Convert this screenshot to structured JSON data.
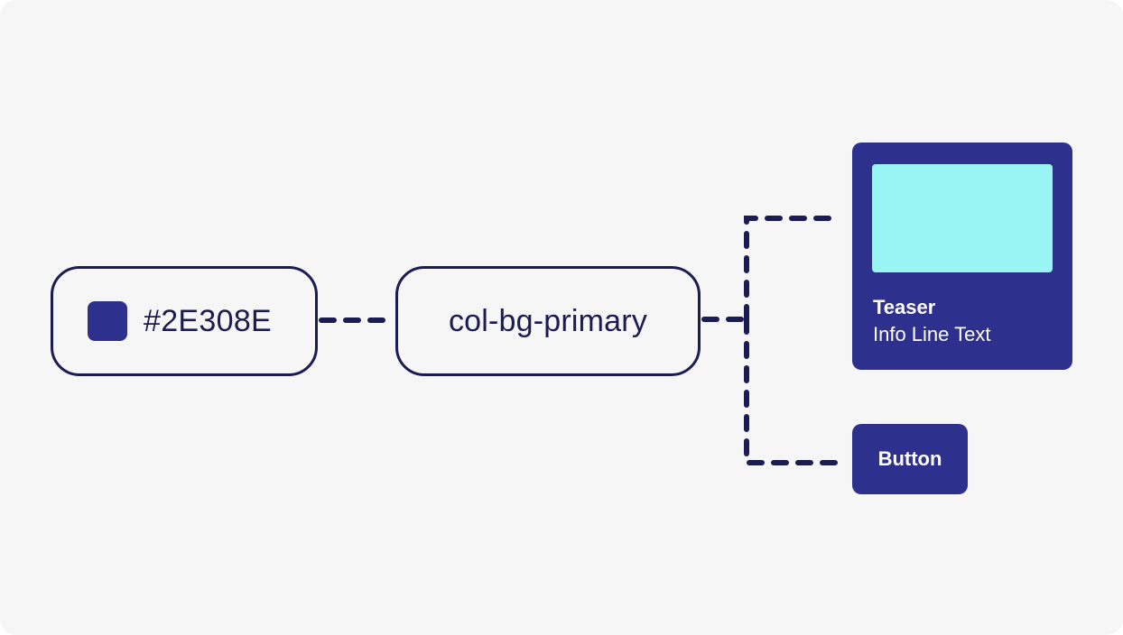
{
  "colors": {
    "primary": "#2E308E",
    "line": "#1B1C52",
    "image_placeholder": "#99F5F4",
    "background": "#F6F6F7",
    "on_primary": "#FFFFFF"
  },
  "color_value": {
    "hex_label": "#2E308E",
    "swatch_color": "#2E308E"
  },
  "token": {
    "name": "col-bg-primary"
  },
  "teaser": {
    "title": "Teaser",
    "info_line": "Info Line Text"
  },
  "button": {
    "label": "Button"
  }
}
